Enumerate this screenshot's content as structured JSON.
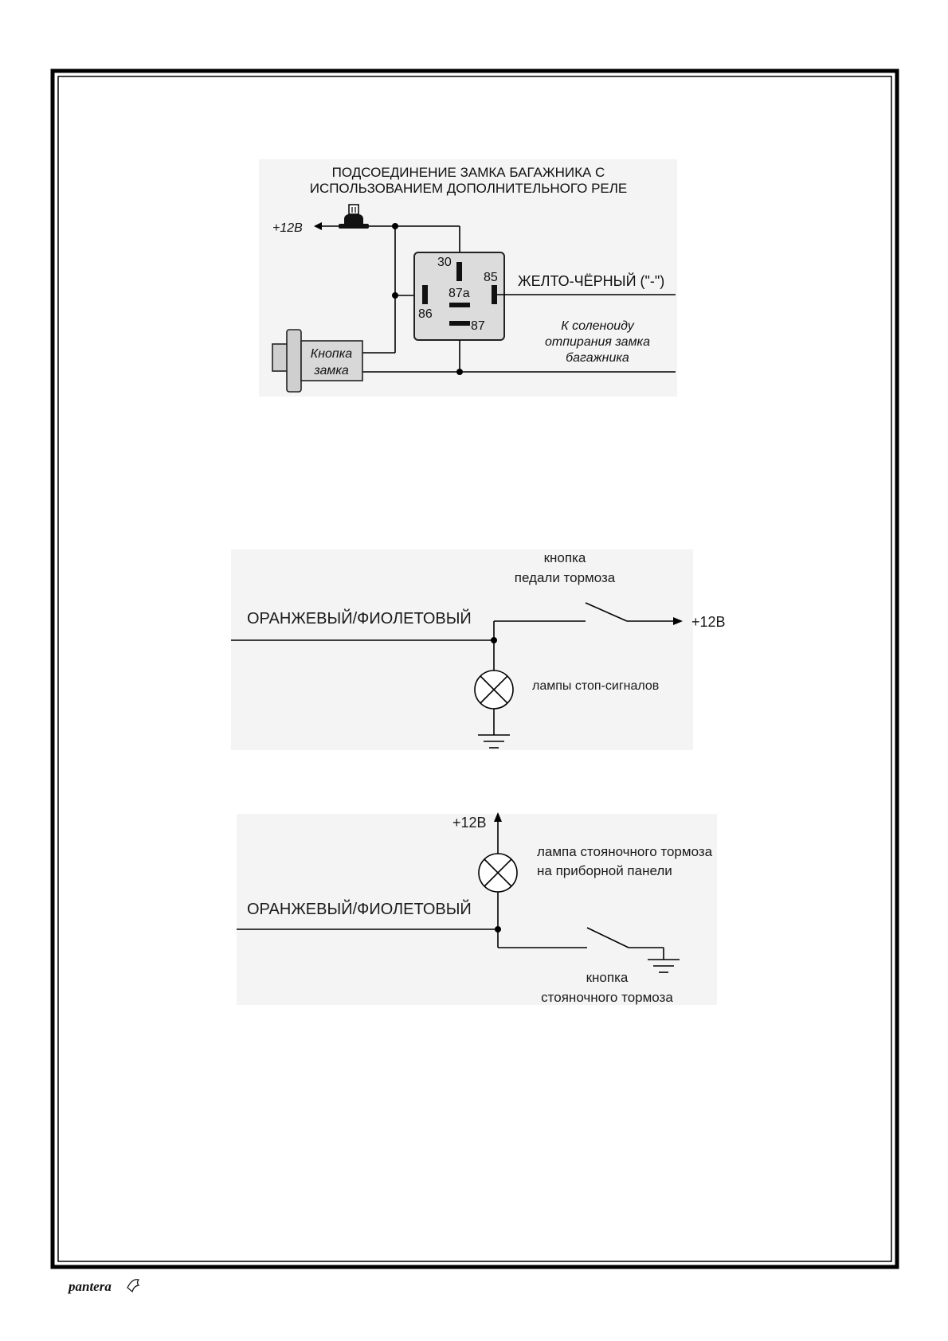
{
  "diagram1": {
    "title_line1": "ПОДСОЕДИНЕНИЕ ЗАМКА БАГАЖНИКА С",
    "title_line2": "ИСПОЛЬЗОВАНИЕМ ДОПОЛНИТЕЛЬНОГО РЕЛЕ",
    "power_label": "+12В",
    "relay_pins": {
      "p30": "30",
      "p85": "85",
      "p86": "86",
      "p87a": "87a",
      "p87": "87"
    },
    "wire_label": "ЖЕЛТО-ЧЁРНЫЙ (\"-\")",
    "button_line1": "Кнопка",
    "button_line2": "замка",
    "solenoid_line1": "К соленоиду",
    "solenoid_line2": "отпирания замка",
    "solenoid_line3": "багажника"
  },
  "diagram2": {
    "switch_line1": "кнопка",
    "switch_line2": "педали тормоза",
    "wire_label": "ОРАНЖЕВЫЙ/ФИОЛЕТОВЫЙ",
    "power_label": "+12В",
    "lamp_label": "лампы стоп-сигналов"
  },
  "diagram3": {
    "power_label": "+12В",
    "lamp_line1": "лампа стояночного тормоза",
    "lamp_line2": "на приборной панели",
    "wire_label": "ОРАНЖЕВЫЙ/ФИОЛЕТОВЫЙ",
    "switch_line1": "кнопка",
    "switch_line2": "стояночного тормоза"
  },
  "footer": {
    "logo": "pantera"
  },
  "colors": {
    "relay_fill": "#dcdcdc",
    "panel_bg": "#f3f3f3",
    "ink": "#111111"
  }
}
